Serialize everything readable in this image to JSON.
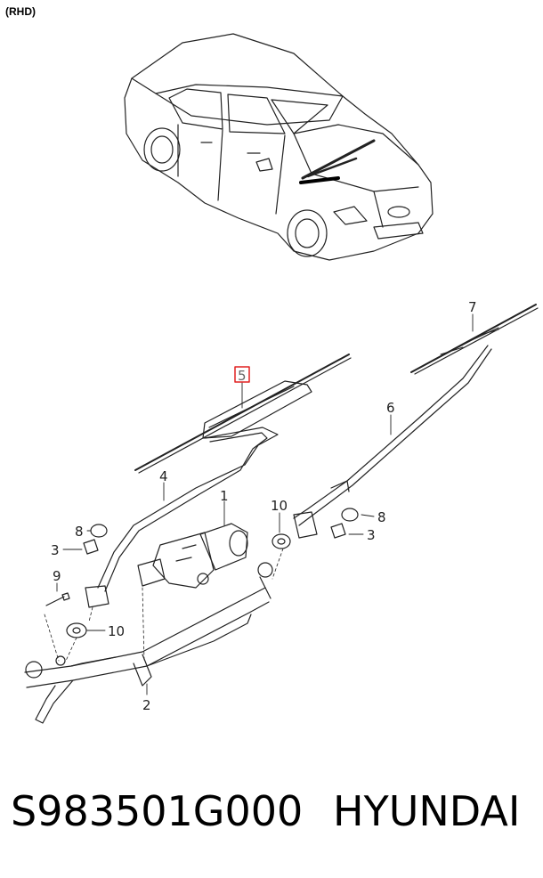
{
  "header": {
    "variant": "(RHD)"
  },
  "callouts": {
    "c1": "1",
    "c2": "2",
    "c3a": "3",
    "c3b": "3",
    "c4": "4",
    "c5": "5",
    "c6": "6",
    "c7": "7",
    "c8a": "8",
    "c8b": "8",
    "c9": "9",
    "c10a": "10",
    "c10b": "10"
  },
  "highlight": {
    "callout": "5",
    "color": "#e02020"
  },
  "footer": {
    "part_number": "S983501G000",
    "brand": "HYUNDAI"
  }
}
